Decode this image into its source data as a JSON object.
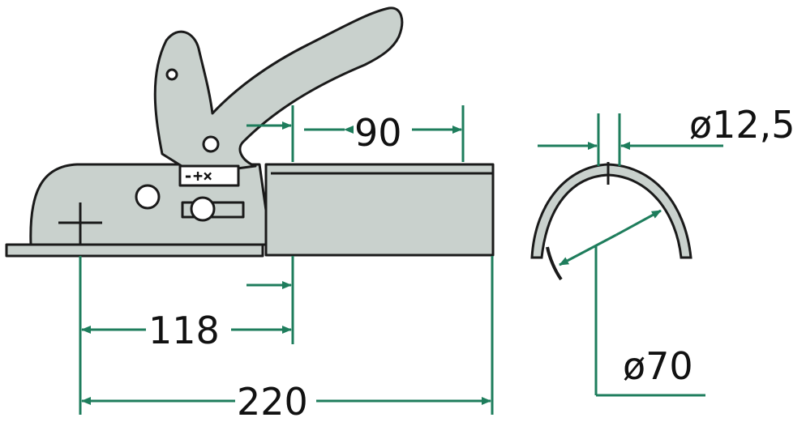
{
  "drawing": {
    "dimensions": {
      "tube_length": "90",
      "front_length": "118",
      "overall_length": "220",
      "bolt_diameter": "ø12,5",
      "ball_diameter": "ø70"
    },
    "indicator_label": "-+×"
  },
  "colors": {
    "dimension_line": "#1e7d5c",
    "body_fill": "#c9d1cd",
    "outline": "#1a1a1a"
  }
}
